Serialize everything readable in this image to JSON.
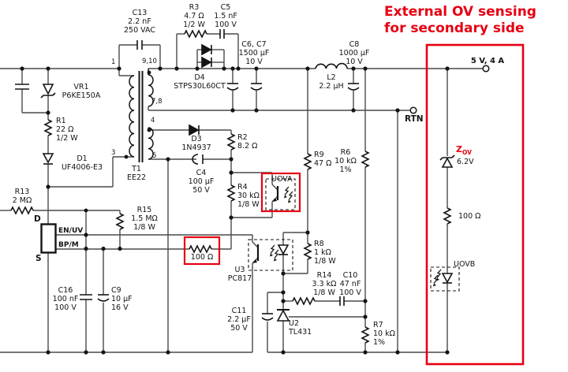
{
  "title": {
    "line1": "External OV sensing",
    "line2": "for secondary side"
  },
  "terminals": {
    "output": "5 V, 4 A",
    "rtn": "RTN"
  },
  "ic": {
    "pin_d": "D",
    "pin_s": "S",
    "pin_enuv": "EN/UV",
    "pin_bpm": "BP/M"
  },
  "transformer": {
    "ref": "T1",
    "core": "EE22",
    "pins": {
      "p1": "1",
      "p3": "3",
      "p4": "4",
      "p5": "5",
      "p78": "7,8",
      "p910": "9,10"
    }
  },
  "components": {
    "c13": {
      "ref": "C13",
      "l2": "2.2 nF",
      "l3": "250 VAC"
    },
    "r3": {
      "ref": "R3",
      "l2": "4.7 Ω",
      "l3": "1/2 W"
    },
    "c5": {
      "ref": "C5",
      "l2": "1.5 nF",
      "l3": "100 V"
    },
    "d4": {
      "ref": "D4",
      "l2": "STPS30L60CT"
    },
    "c6c7": {
      "ref": "C6, C7",
      "l2": "1500 µF",
      "l3": "10 V"
    },
    "l2": {
      "ref": "L2",
      "l2": "2.2 µH"
    },
    "c8": {
      "ref": "C8",
      "l2": "1000 µF",
      "l3": "10 V"
    },
    "vr1": {
      "ref": "VR1",
      "l2": "P6KE150A"
    },
    "r1": {
      "ref": "R1",
      "l2": "22 Ω",
      "l3": "1/2 W"
    },
    "d1": {
      "ref": "D1",
      "l2": "UF4006-E3"
    },
    "r13": {
      "ref": "R13",
      "l2": "2 MΩ"
    },
    "r15": {
      "ref": "R15",
      "l2": "1.5 MΩ",
      "l3": "1/8 W"
    },
    "c16": {
      "ref": "C16",
      "l2": "100 nF",
      "l3": "100 V"
    },
    "c9": {
      "ref": "C9",
      "l2": "10 µF",
      "l3": "16 V"
    },
    "r100a": {
      "ref": "100 Ω"
    },
    "u3": {
      "ref": "U3",
      "l2": "PC817"
    },
    "d3": {
      "ref": "D3",
      "l2": "1N4937"
    },
    "c4": {
      "ref": "C4",
      "l2": "100 µF",
      "l3": "50 V"
    },
    "r2": {
      "ref": "R2",
      "l2": "8.2 Ω"
    },
    "r4": {
      "ref": "R4",
      "l2": "30 kΩ",
      "l3": "1/8 W"
    },
    "uova": {
      "ref": "UOVA"
    },
    "r9": {
      "ref": "R9",
      "l2": "47 Ω"
    },
    "r6": {
      "ref": "R6",
      "l2": "10 kΩ",
      "l3": "1%"
    },
    "r8": {
      "ref": "R8",
      "l2": "1 kΩ",
      "l3": "1/8 W"
    },
    "r14": {
      "ref": "R14",
      "l2": "3.3 kΩ",
      "l3": "1/8 W"
    },
    "c10": {
      "ref": "C10",
      "l2": "47 nF",
      "l3": "100 V"
    },
    "c11": {
      "ref": "C11",
      "l2": "2.2 µF",
      "l3": "50 V"
    },
    "u2": {
      "ref": "U2",
      "l2": "TL431"
    },
    "r7": {
      "ref": "R7",
      "l2": "10 kΩ",
      "l3": "1%"
    },
    "zov": {
      "ref": "Z",
      "sub": "OV",
      "l2": "6.2V"
    },
    "r100b": {
      "ref": "100 Ω"
    },
    "uovb": {
      "ref": "UOVB"
    }
  },
  "colors": {
    "annotation": "#e60012",
    "wire": "#4a4a4a",
    "symbol": "#141414"
  }
}
